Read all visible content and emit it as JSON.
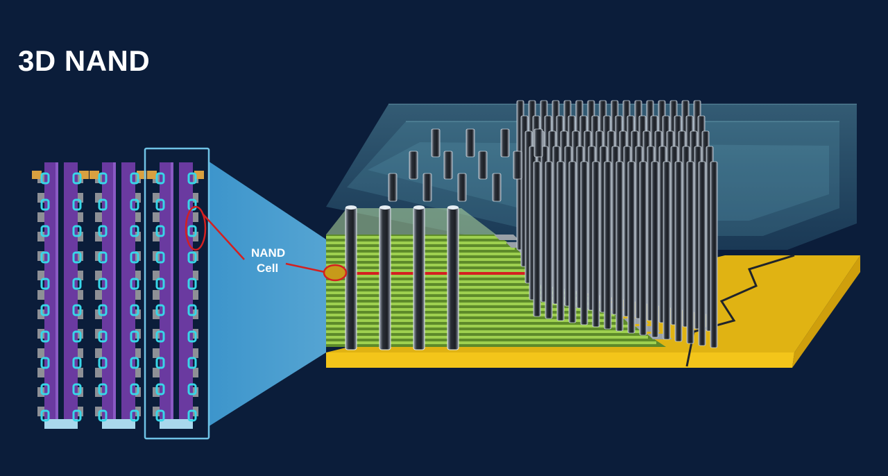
{
  "title": "3D NAND",
  "callout": {
    "line1": "NAND",
    "line2": "Cell"
  },
  "colors": {
    "background": "#0b1d3a",
    "zoom_cone": "#4aa3d8",
    "string_purple": "#6a3aa0",
    "cell_cyan": "#38d6e8",
    "wordline_green": "#8dc63f",
    "substrate_yellow": "#f0c419",
    "channel_dark": "#1c1f25",
    "highlight_red": "#d42020"
  },
  "icons": [
    "nand-string-cross-section",
    "vertical-channel-pillar",
    "wordline-layer-stack",
    "silicon-substrate"
  ]
}
